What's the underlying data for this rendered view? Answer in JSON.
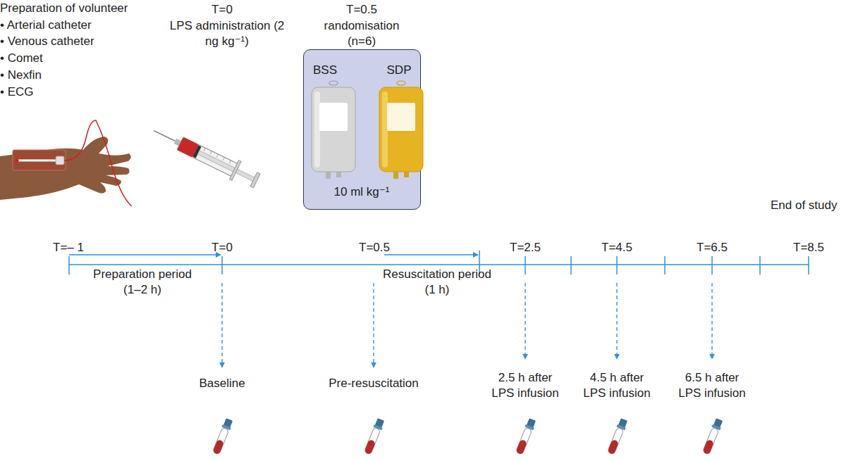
{
  "diagram": {
    "nodes": [
      {
        "text": [
          "BSS",
          "SDP",
          "10 ml kg⁻¹"
        ]
      }
    ],
    "labels": [
      "Preparation of volunteer",
      "• Arterial catheter",
      "• Venous catheter",
      "• Comet",
      "• Nexfin",
      "• ECG",
      "T=0",
      "LPS administration (2 ng kg⁻¹)",
      "T=0.5",
      "randomisation (n=6)",
      "End of study",
      "T=– 1",
      "T=0",
      "T=0.5",
      "T=2.5",
      "T=4.5",
      "T=6.5",
      "T=8.5",
      "Preparation period (1–2 h)",
      "Resuscitation period (1 h)",
      "Baseline",
      "Pre-resuscitation",
      "2.5 h after LPS infusion",
      "4.5 h after LPS infusion",
      "6.5 h after LPS infusion"
    ]
  }
}
